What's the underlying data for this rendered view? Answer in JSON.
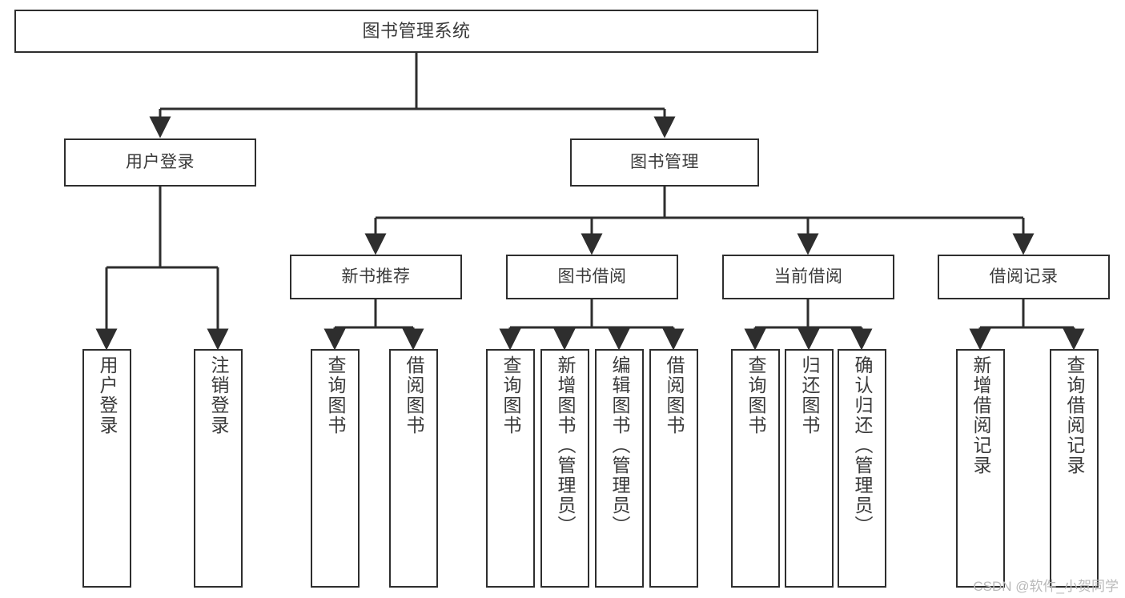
{
  "diagram": {
    "title": "图书管理系统",
    "type": "hierarchy-tree",
    "colors": {
      "box_border": "#2e2e2e",
      "box_fill": "#ffffff",
      "text": "#3a3a3a",
      "connector": "#2e2e2e",
      "watermark": "#b9b9b9",
      "background": "#ffffff"
    },
    "nodes": {
      "root": {
        "label": "图书管理系统"
      },
      "level1": [
        {
          "label": "用户登录"
        },
        {
          "label": "图书管理"
        }
      ],
      "level2": [
        {
          "label": "新书推荐"
        },
        {
          "label": "图书借阅"
        },
        {
          "label": "当前借阅"
        },
        {
          "label": "借阅记录"
        }
      ],
      "leaves": {
        "user_login": [
          {
            "label": "用户登录"
          },
          {
            "label": "注销登录"
          }
        ],
        "new_book_recommend": [
          {
            "label": "查询图书"
          },
          {
            "label": "借阅图书"
          }
        ],
        "book_borrow": [
          {
            "label": "查询图书"
          },
          {
            "label": "新增图书（管理员）"
          },
          {
            "label": "编辑图书（管理员）"
          },
          {
            "label": "借阅图书"
          }
        ],
        "current_borrow": [
          {
            "label": "查询图书"
          },
          {
            "label": "归还图书"
          },
          {
            "label": "确认归还（管理员）"
          }
        ],
        "borrow_record": [
          {
            "label": "新增借阅记录"
          },
          {
            "label": "查询借阅记录"
          }
        ]
      }
    },
    "watermark": "CSDN @软件_小贺同学"
  }
}
